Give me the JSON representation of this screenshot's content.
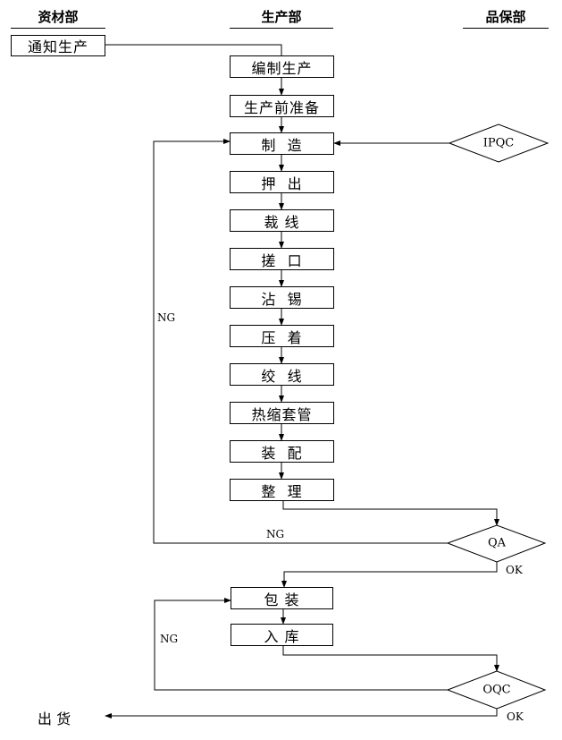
{
  "departments": {
    "materials": "资材部",
    "production": "生产部",
    "quality": "品保部"
  },
  "nodes": {
    "notify": "通知生产",
    "plan": "编制生产",
    "prep": "生产前准备",
    "make": "制  造",
    "extrude": "押  出",
    "cut": "裁 线",
    "twist_end": "搓  口",
    "tin": "沾  锡",
    "crimp": "压  着",
    "twist_wire": "绞  线",
    "shrink": "热缩套管",
    "assemble": "装  配",
    "tidy": "整  理",
    "pack": "包 装",
    "store": "入 库"
  },
  "decisions": {
    "ipqc": "IPQC",
    "qa": "QA",
    "oqc": "OQC"
  },
  "labels": {
    "ng_left": "NG",
    "ng_qa": "NG",
    "ok_qa": "OK",
    "ng_oqc": "NG",
    "ok_oqc": "OK",
    "ship": "出 货"
  }
}
